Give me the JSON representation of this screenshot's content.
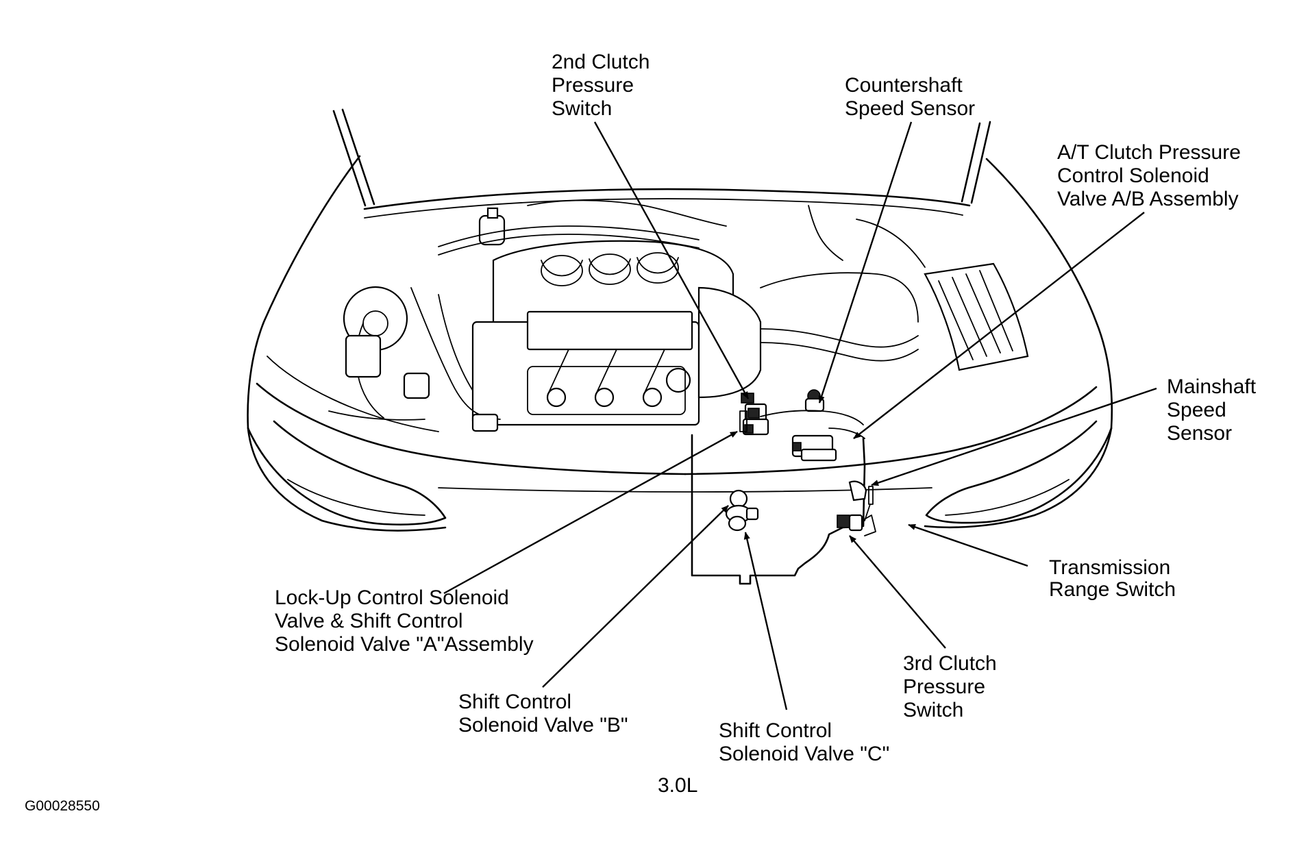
{
  "labels": {
    "second_clutch": [
      "2nd Clutch",
      "Pressure",
      "Switch"
    ],
    "countershaft": [
      "Countershaft",
      "Speed Sensor"
    ],
    "at_clutch": [
      "A/T Clutch Pressure",
      "Control Solenoid",
      "Valve A/B Assembly"
    ],
    "mainshaft": [
      "Mainshaft",
      "Speed",
      "Sensor"
    ],
    "transmission_range": [
      "Transmission",
      "Range Switch"
    ],
    "third_clutch": [
      "3rd Clutch",
      "Pressure",
      "Switch"
    ],
    "lockup": [
      "Lock-Up Control Solenoid",
      "Valve & Shift Control",
      "Solenoid Valve \"A\"Assembly"
    ],
    "shift_b": [
      "Shift Control",
      "Solenoid Valve \"B\""
    ],
    "shift_c": [
      "Shift Control",
      "Solenoid Valve \"C\""
    ]
  },
  "engine_label": "3.0L",
  "figure_id": "G00028550"
}
